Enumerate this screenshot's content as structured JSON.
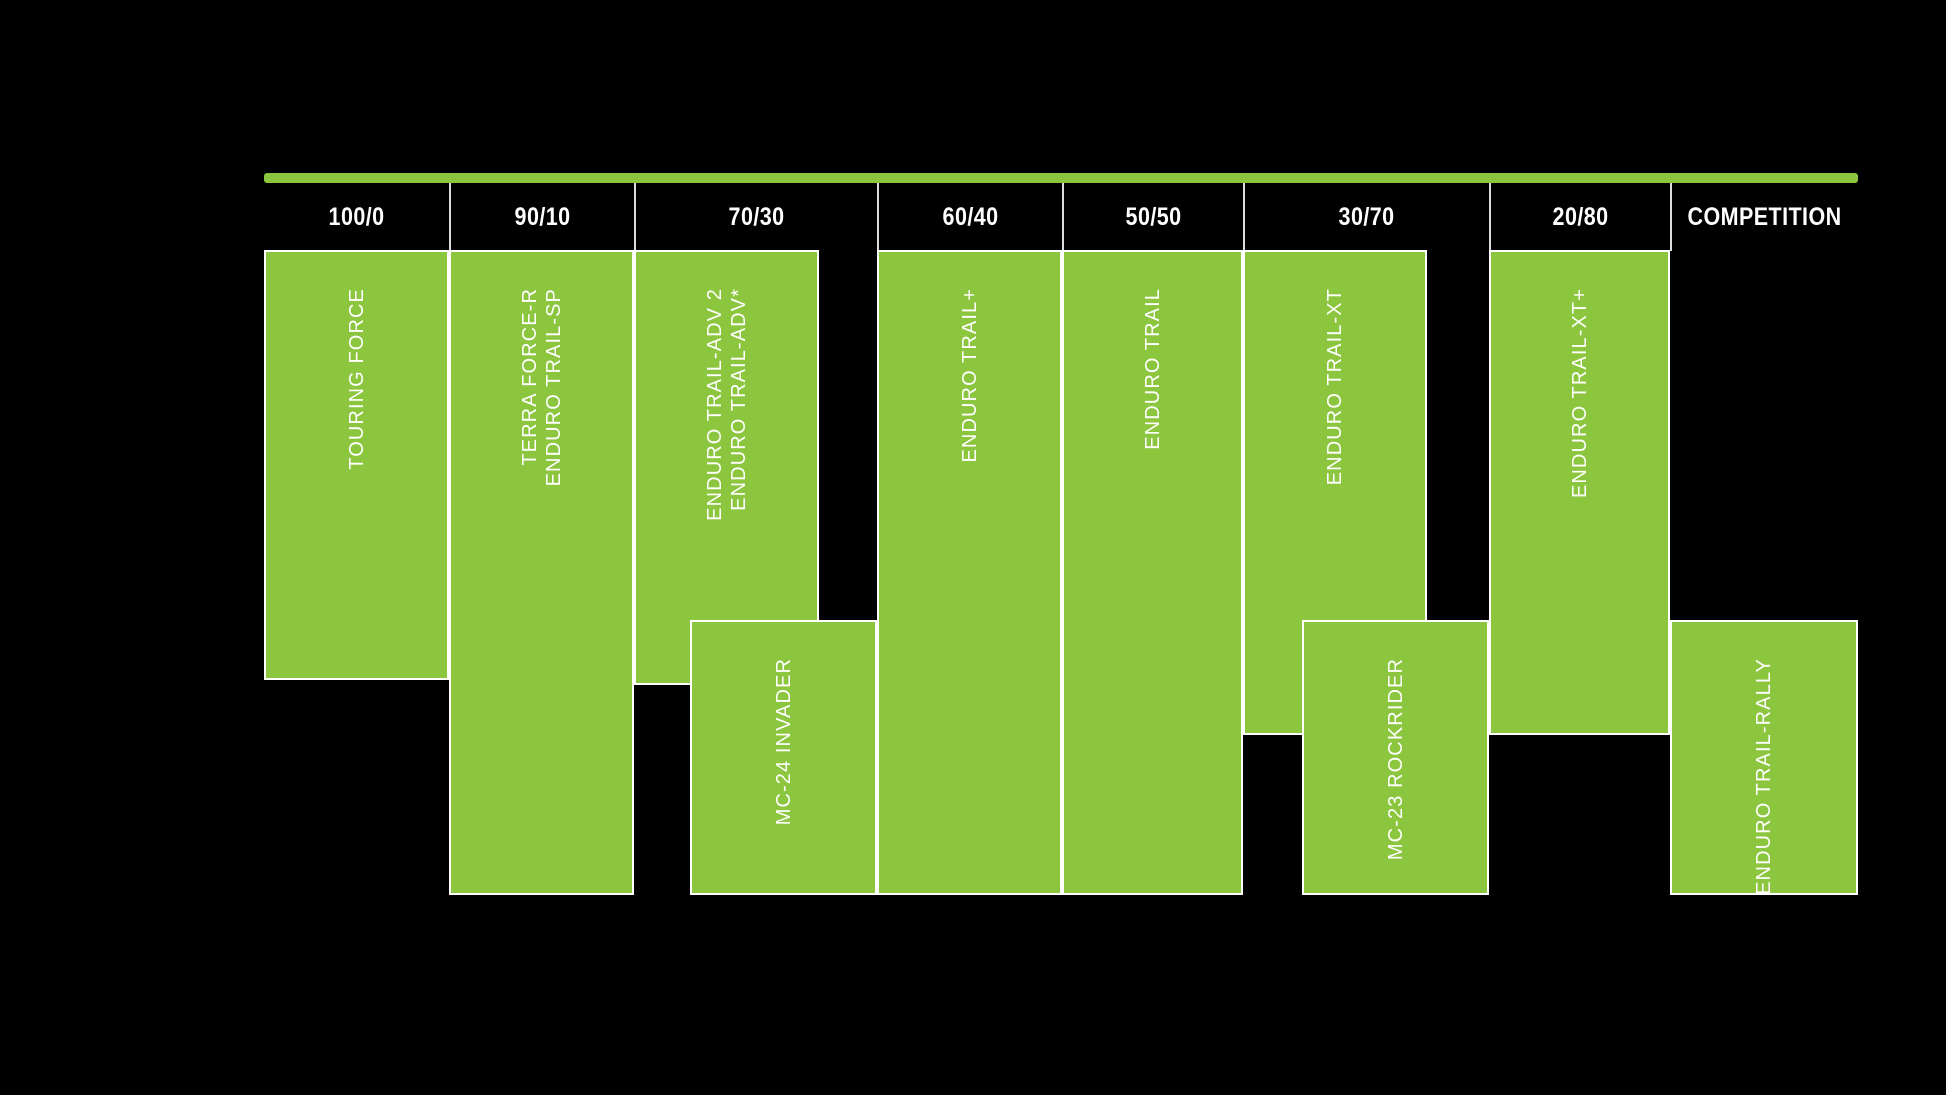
{
  "chart_data": {
    "type": "bar",
    "title": "",
    "xlabel": "",
    "ylabel": "",
    "grid": false,
    "legend": "none",
    "accent_color": "#8cc63e",
    "background_color": "#000000",
    "border_color": "#ffffff",
    "text_color": "#ffffff",
    "categories": [
      "100/0",
      "90/10",
      "70/30",
      "60/40",
      "50/50",
      "30/70",
      "20/80",
      "COMPETITION"
    ],
    "series": [
      {
        "name": "TOURING FORCE",
        "category": "100/0",
        "top": 250,
        "bottom": 680
      },
      {
        "name": "TERRA FORCE-R",
        "category": "90/10",
        "top": 250,
        "bottom": 895
      },
      {
        "name": "ENDURO TRAIL-SP",
        "category": "90/10",
        "top": 250,
        "bottom": 895
      },
      {
        "name": "ENDURO TRAIL-ADV 2",
        "category": "70/30",
        "top": 250,
        "bottom": 685
      },
      {
        "name": "ENDURO TRAIL-ADV*",
        "category": "70/30",
        "top": 250,
        "bottom": 685
      },
      {
        "name": "MC-24 INVADER",
        "category": "70/30",
        "top": 620,
        "bottom": 895
      },
      {
        "name": "ENDURO TRAIL+",
        "category": "60/40",
        "top": 250,
        "bottom": 895
      },
      {
        "name": "ENDURO TRAIL",
        "category": "50/50",
        "top": 250,
        "bottom": 895
      },
      {
        "name": "ENDURO TRAIL-XT",
        "category": "30/70",
        "top": 250,
        "bottom": 735
      },
      {
        "name": "MC-23 ROCKRIDER",
        "category": "30/70",
        "top": 620,
        "bottom": 895
      },
      {
        "name": "ENDURO TRAIL-XT+",
        "category": "20/80",
        "top": 250,
        "bottom": 735
      },
      {
        "name": "ENDURO TRAIL-RALLY",
        "category": "COMPETITION",
        "top": 620,
        "bottom": 895
      }
    ]
  },
  "header": {
    "columns": [
      {
        "label": "100/0"
      },
      {
        "label": "90/10"
      },
      {
        "label": "70/30"
      },
      {
        "label": "60/40"
      },
      {
        "label": "50/50"
      },
      {
        "label": "30/70"
      },
      {
        "label": "20/80"
      },
      {
        "label": "COMPETITION"
      }
    ]
  },
  "bars": [
    {
      "label": "TOURING FORCE"
    },
    {
      "label": "TERRA FORCE-R"
    },
    {
      "label": "ENDURO TRAIL-SP"
    },
    {
      "label": "ENDURO TRAIL-ADV 2"
    },
    {
      "label": "ENDURO TRAIL-ADV*"
    },
    {
      "label": "MC-24 INVADER"
    },
    {
      "label": "ENDURO TRAIL+"
    },
    {
      "label": "ENDURO TRAIL"
    },
    {
      "label": "ENDURO TRAIL-XT"
    },
    {
      "label": "MC-23 ROCKRIDER"
    },
    {
      "label": "ENDURO TRAIL-XT+"
    },
    {
      "label": "ENDURO TRAIL-RALLY"
    }
  ]
}
